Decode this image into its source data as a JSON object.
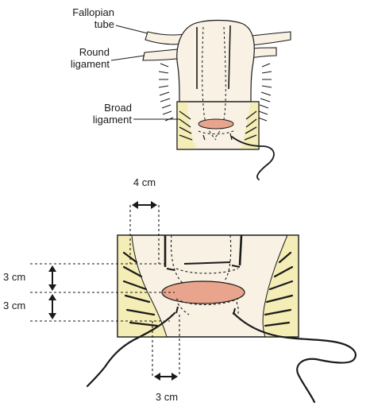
{
  "labels": {
    "fallopian_tube": [
      "Fallopian",
      "tube"
    ],
    "round_ligament": [
      "Round",
      "ligament"
    ],
    "broad_ligament": [
      "Broad",
      "ligament"
    ]
  },
  "measurements": {
    "top_width": "4 cm",
    "upper_height": "3 cm",
    "lower_height": "3 cm",
    "bottom_width": "3 cm"
  },
  "colors": {
    "uterus_fill": "#f8f1e4",
    "ligament_fill": "#f4edb6",
    "incision_fill": "#e8a48c",
    "ink": "#1a1a1a"
  }
}
